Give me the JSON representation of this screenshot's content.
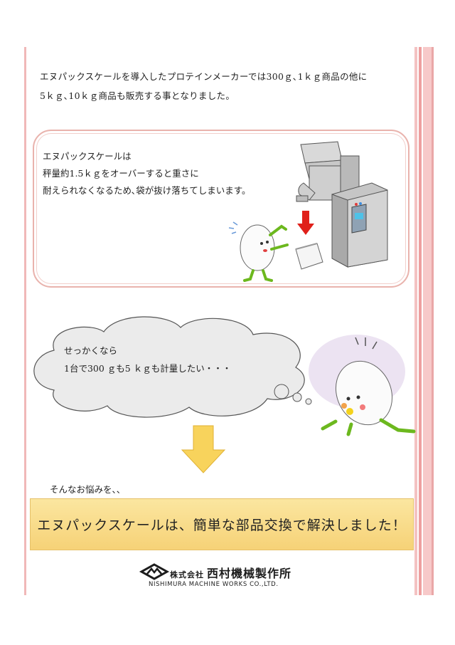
{
  "intro": {
    "line1": "エヌパックスケールを導入したプロテインメーカーでは300ｇ､1ｋｇ商品の他に",
    "line2": "5ｋｇ､10ｋｇ商品も販売する事となりました。"
  },
  "problem": {
    "line1": "エヌパックスケールは",
    "line2": "秤量約1.5ｋｇをオーバーすると重さに",
    "line3": "耐えられなくなるため､袋が抜け落ちてしまいます。"
  },
  "thought": {
    "line1": "せっかくなら",
    "line2": "1台で300 ｇも5 ｋｇも計量したい・・・"
  },
  "lead_text": "そんなお悩みを、、",
  "banner_text": "エヌパックスケールは、簡単な部品交換で解決しました！",
  "logo": {
    "prefix": "株式会社",
    "name": "西村機械製作所",
    "english": "NISHIMURA MACHINE WORKS CO.,LTD."
  },
  "colors": {
    "border_pink": "#f0b8b8",
    "box_border": "#e9b3ad",
    "banner_yellow": "#f6d277",
    "arrow_yellow": "#f8d35c",
    "red_arrow": "#e0201a",
    "mascot_green": "#6cb81e"
  }
}
